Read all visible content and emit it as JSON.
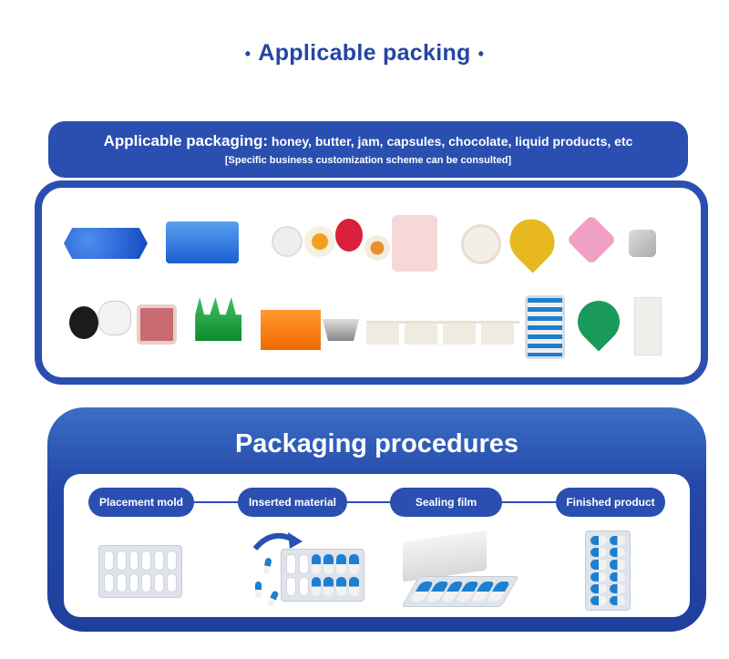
{
  "header": {
    "title": "Applicable packing",
    "dot": "•"
  },
  "banner": {
    "label": "Applicable packaging:",
    "items": " honey, butter, jam, capsules, chocolate, liquid products, etc",
    "note": "[Specific business customization scheme can be consulted]"
  },
  "procedures": {
    "title": "Packaging procedures",
    "steps": [
      {
        "label": "Placement mold"
      },
      {
        "label": "Inserted material"
      },
      {
        "label": "Sealing film"
      },
      {
        "label": "Finished product"
      }
    ]
  },
  "colors": {
    "brand": "#2a4fb0"
  }
}
